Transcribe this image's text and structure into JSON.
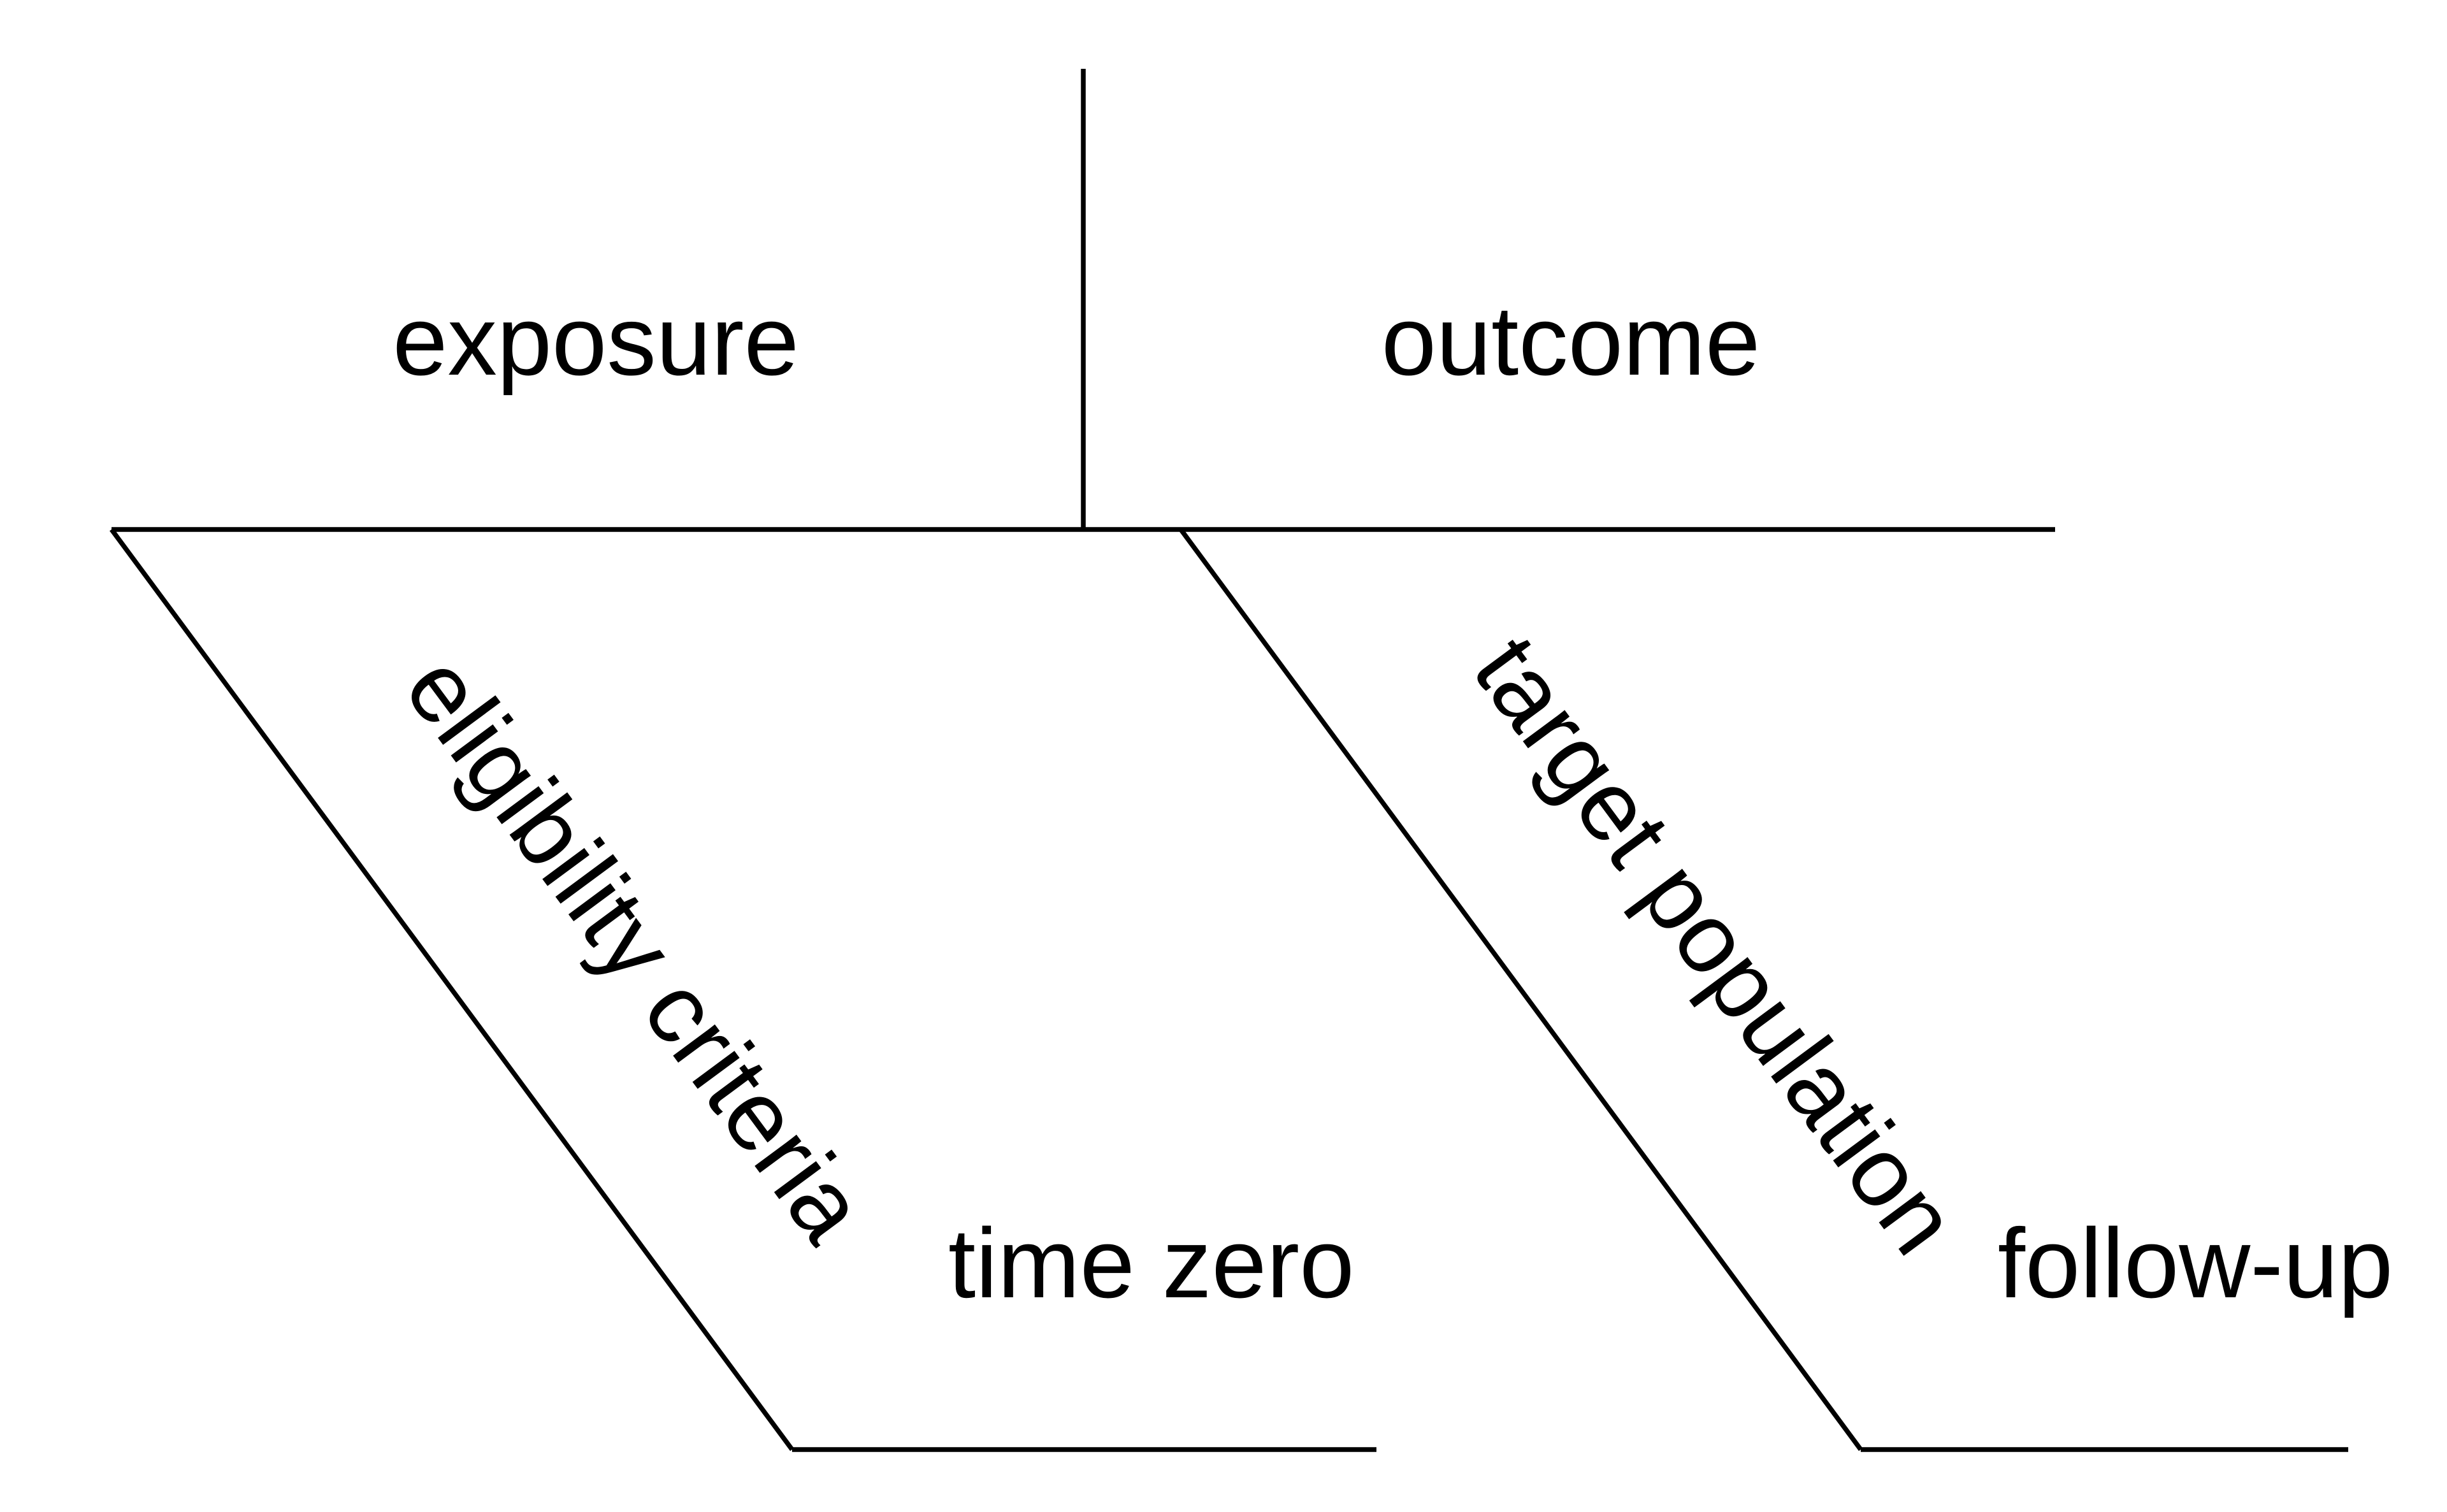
{
  "diagram": {
    "labels": {
      "exposure": "exposure",
      "outcome": "outcome",
      "eligibility_criteria": "eligibility criteria",
      "time_zero": "time zero",
      "target_population": "target population",
      "follow_up": "follow-up"
    },
    "colors": {
      "line": "#000000",
      "text": "#000000",
      "background": "#ffffff"
    }
  }
}
